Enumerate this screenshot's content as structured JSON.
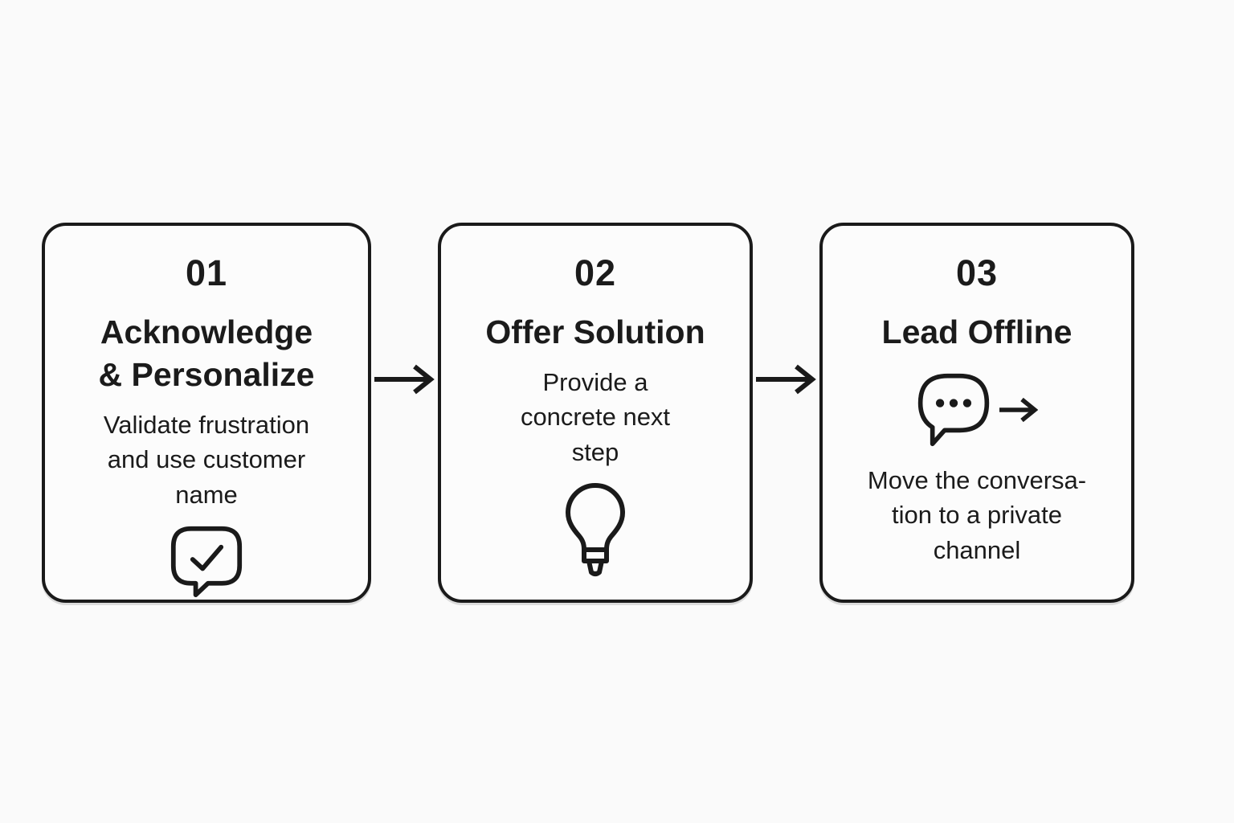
{
  "diagram_title": "",
  "colors": {
    "background": "#fafafa",
    "card_background": "#fcfcfc",
    "stroke": "#1a1a1a",
    "text": "#1b1b1b"
  },
  "cards": [
    {
      "number": "01",
      "title": "Acknowledge\n& Personalize",
      "description": "Validate frustration\nand use customer\nname",
      "icon": "speech-bubble-check-icon"
    },
    {
      "number": "02",
      "title": "Offer Solution",
      "description": "Provide a\nconcrete next\nstep",
      "icon": "lightbulb-icon"
    },
    {
      "number": "03",
      "title": "Lead Offline",
      "description": "Move the conversa-\ntion to a private\nchannel",
      "icon": "speech-bubble-dots-arrow-icon"
    }
  ],
  "connectors": [
    {
      "from": "01",
      "to": "02",
      "icon": "right-arrow-icon"
    },
    {
      "from": "02",
      "to": "03",
      "icon": "right-arrow-icon"
    }
  ]
}
